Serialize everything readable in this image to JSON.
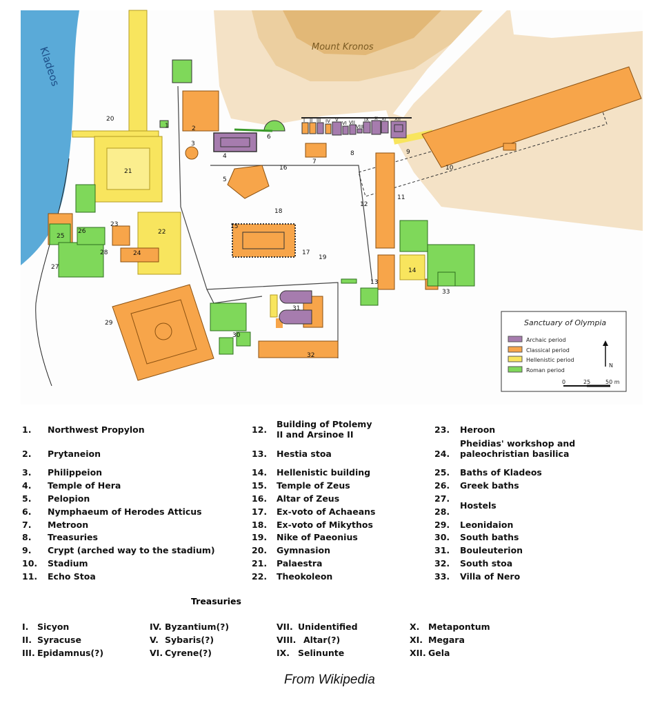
{
  "map": {
    "river_label": "Kladeos",
    "hill_label": "Mount Kronos",
    "site_numbers": [
      "1",
      "2",
      "3",
      "4",
      "5",
      "6",
      "7",
      "8",
      "9",
      "10",
      "11",
      "12",
      "13",
      "14",
      "15",
      "16",
      "17",
      "18",
      "19",
      "20",
      "21",
      "22",
      "23",
      "24",
      "25",
      "26",
      "27",
      "28",
      "29",
      "30",
      "31",
      "32",
      "33"
    ],
    "treasury_numerals": [
      "I",
      "II",
      "III",
      "IV",
      "V",
      "VI",
      "VII",
      "VIII",
      "IX",
      "X",
      "XI",
      "XII"
    ],
    "legend": {
      "title": "Sanctuary of Olympia",
      "entries": [
        {
          "label": "Archaic period",
          "color": "#a67cae"
        },
        {
          "label": "Classical period",
          "color": "#f7a54a"
        },
        {
          "label": "Hellenistic period",
          "color": "#f8e55e"
        },
        {
          "label": "Roman period",
          "color": "#7fd85a"
        }
      ],
      "north": "N",
      "scale": [
        "0",
        "25",
        "50 m"
      ]
    }
  },
  "key": [
    {
      "n": "1.",
      "name": "Northwest Propylon"
    },
    {
      "n": "2.",
      "name": "Prytaneion"
    },
    {
      "n": "3.",
      "name": "Philippeion"
    },
    {
      "n": "4.",
      "name": "Temple of Hera"
    },
    {
      "n": "5.",
      "name": "Pelopion"
    },
    {
      "n": "6.",
      "name": "Nymphaeum of Herodes Atticus"
    },
    {
      "n": "7.",
      "name": "Metroon"
    },
    {
      "n": "8.",
      "name": "Treasuries"
    },
    {
      "n": "9.",
      "name": "Crypt (arched way to the stadium)"
    },
    {
      "n": "10.",
      "name": "Stadium"
    },
    {
      "n": "11.",
      "name": "Echo Stoa"
    },
    {
      "n": "12.",
      "name": "Building of Ptolemy II and Arsinoe II"
    },
    {
      "n": "13.",
      "name": "Hestia stoa"
    },
    {
      "n": "14.",
      "name": "Hellenistic building"
    },
    {
      "n": "15.",
      "name": "Temple of Zeus"
    },
    {
      "n": "16.",
      "name": "Altar of Zeus"
    },
    {
      "n": "17.",
      "name": "Ex-voto of Achaeans"
    },
    {
      "n": "18.",
      "name": "Ex-voto of Mikythos"
    },
    {
      "n": "19.",
      "name": "Nike of Paeonius"
    },
    {
      "n": "20.",
      "name": "Gymnasion"
    },
    {
      "n": "21.",
      "name": "Palaestra"
    },
    {
      "n": "22.",
      "name": "Theokoleon"
    },
    {
      "n": "23.",
      "name": "Heroon"
    },
    {
      "n": "24.",
      "name": "Pheidias' workshop and paleochristian basilica"
    },
    {
      "n": "25.",
      "name": "Baths of Kladeos"
    },
    {
      "n": "26.",
      "name": "Greek baths"
    },
    {
      "n": "27.",
      "name": "Hostels"
    },
    {
      "n": "28.",
      "name": ""
    },
    {
      "n": "29.",
      "name": "Leonidaion"
    },
    {
      "n": "30.",
      "name": "South baths"
    },
    {
      "n": "31.",
      "name": "Bouleuterion"
    },
    {
      "n": "32.",
      "name": "South stoa"
    },
    {
      "n": "33.",
      "name": "Villa of Nero"
    }
  ],
  "treasuries": {
    "heading": "Treasuries",
    "items": [
      {
        "n": "I.",
        "name": "Sicyon"
      },
      {
        "n": "II.",
        "name": "Syracuse"
      },
      {
        "n": "III.",
        "name": "Epidamnus(?)"
      },
      {
        "n": "IV.",
        "name": "Byzantium(?)"
      },
      {
        "n": "V.",
        "name": "Sybaris(?)"
      },
      {
        "n": "VI.",
        "name": "Cyrene(?)"
      },
      {
        "n": "VII.",
        "name": "Unidentified"
      },
      {
        "n": "VIII.",
        "name": "Altar(?)"
      },
      {
        "n": "IX.",
        "name": "Selinunte"
      },
      {
        "n": "X.",
        "name": "Metapontum"
      },
      {
        "n": "XI.",
        "name": "Megara"
      },
      {
        "n": "XII.",
        "name": "Gela"
      }
    ]
  },
  "source": "From Wikipedia"
}
